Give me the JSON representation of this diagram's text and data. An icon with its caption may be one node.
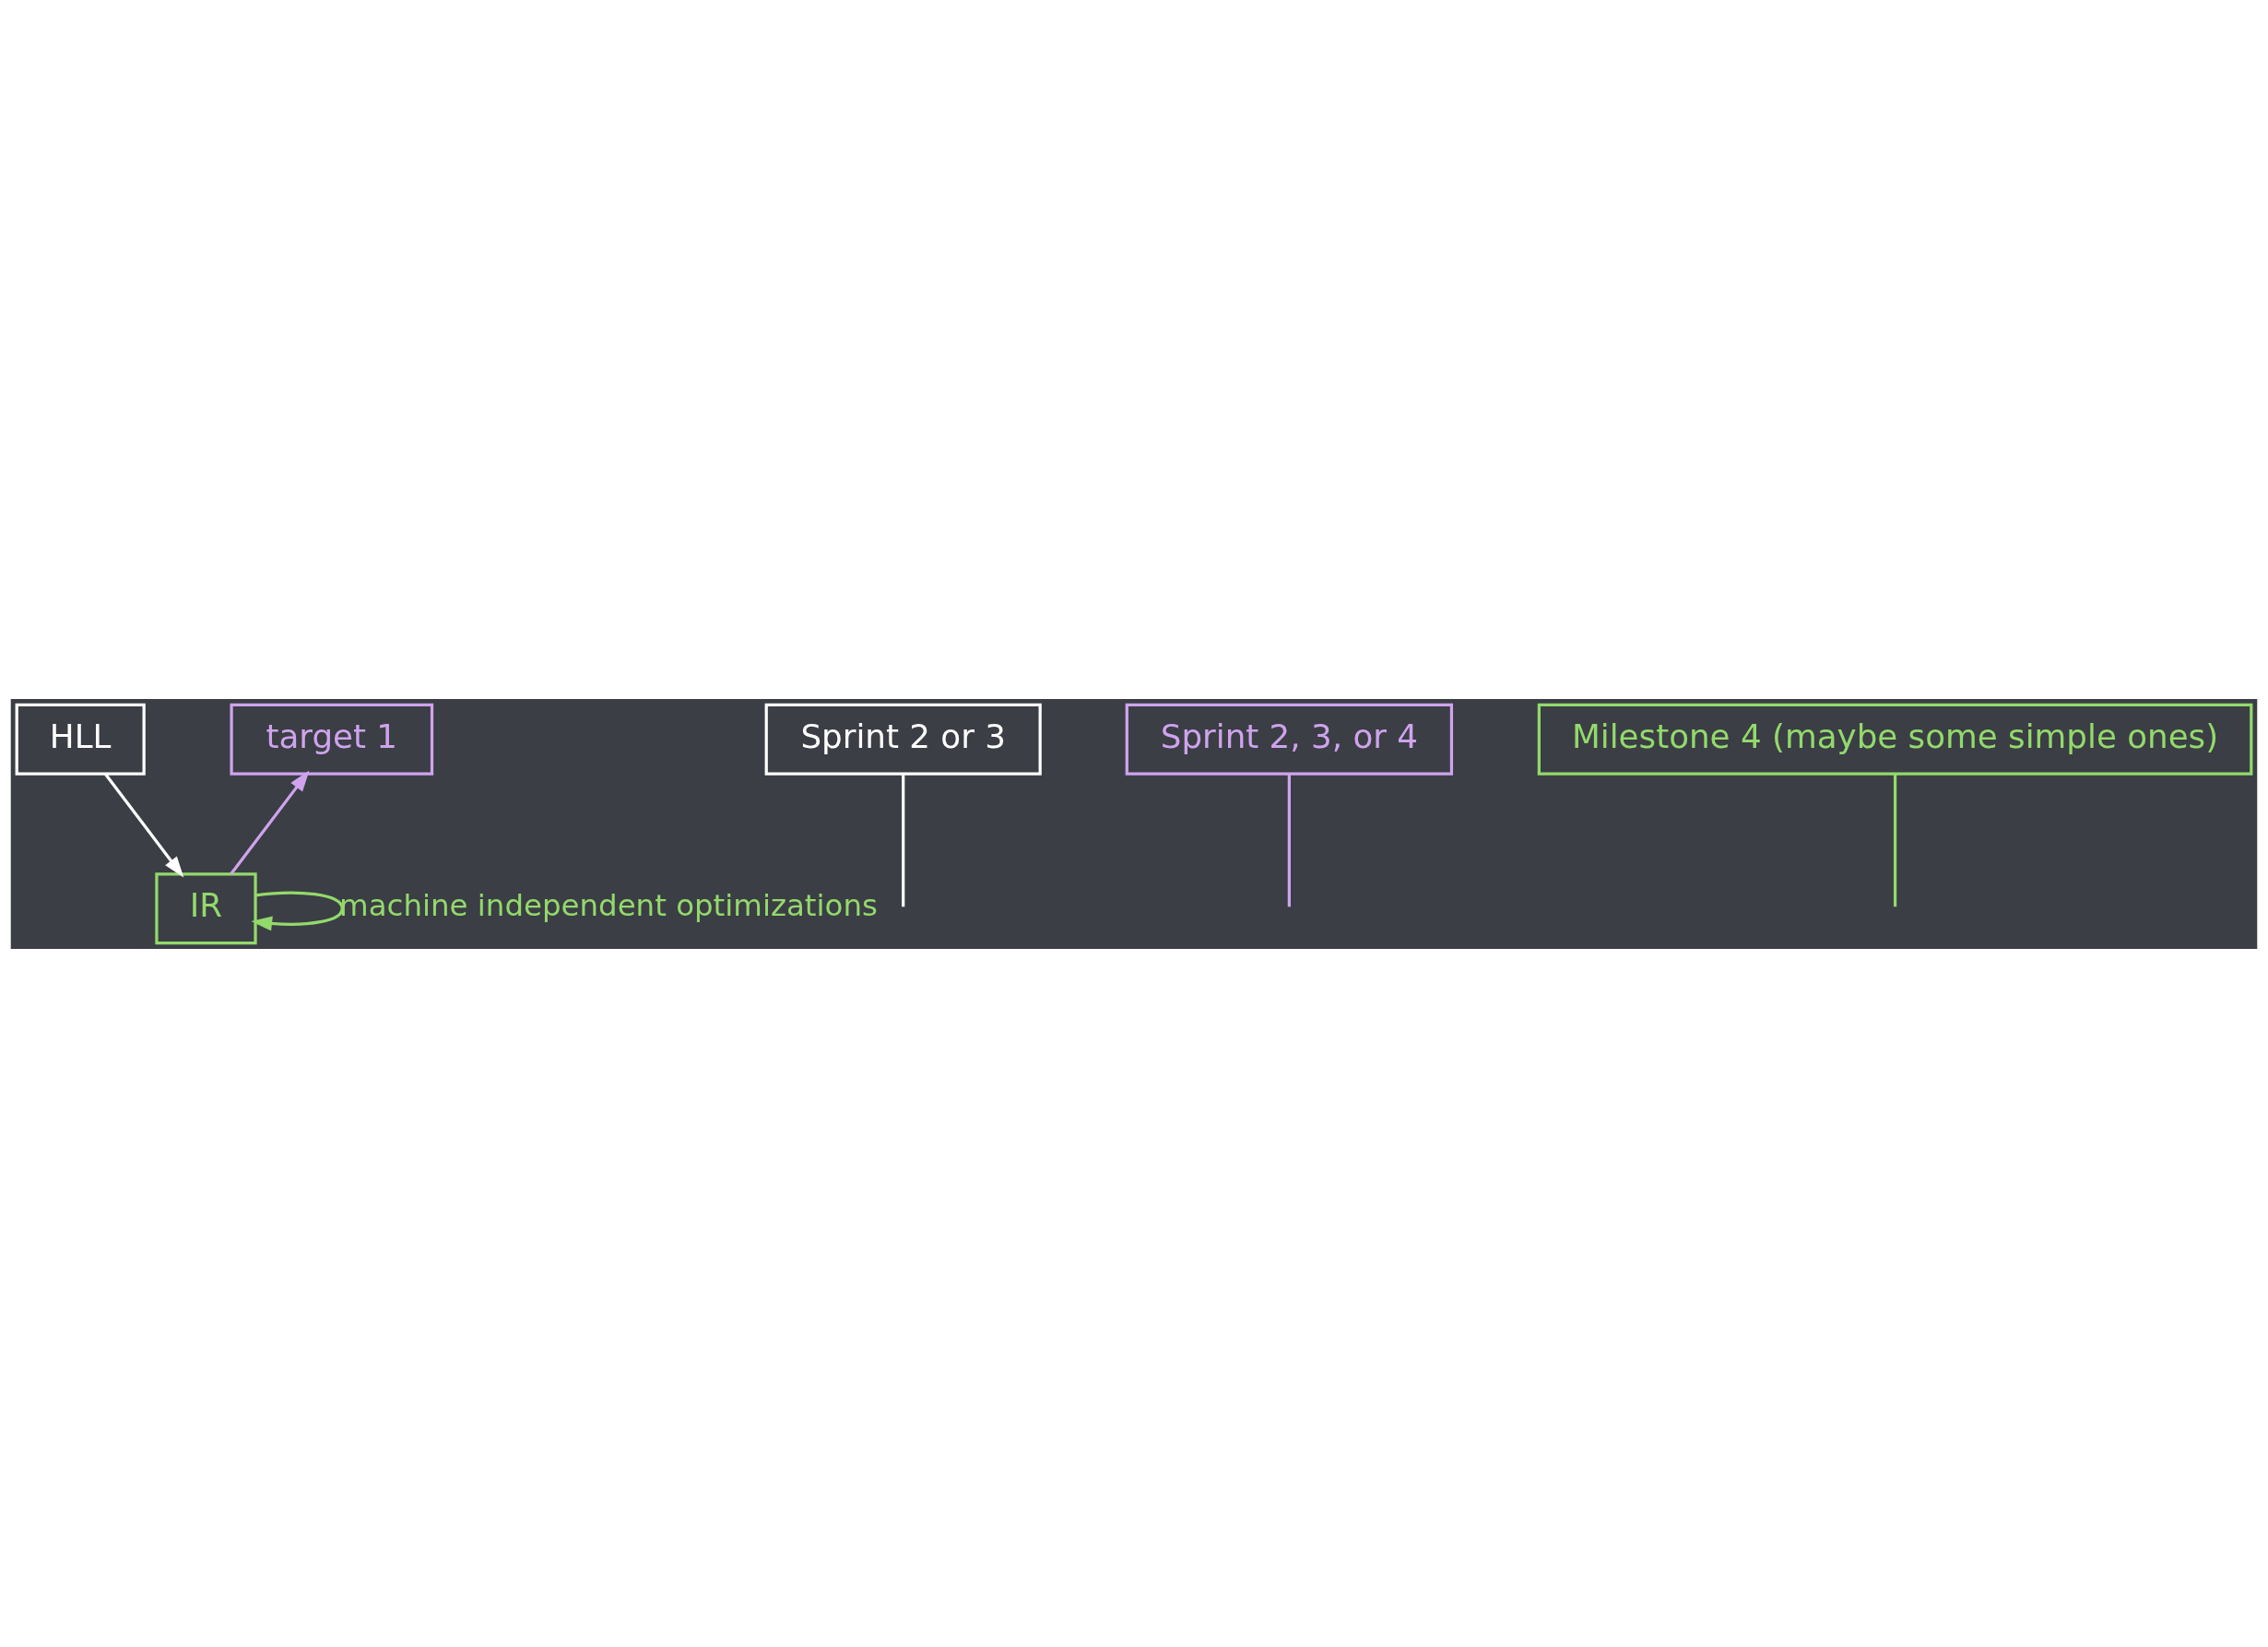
{
  "diagram": {
    "nodes": [
      {
        "text": [
          "HLL"
        ]
      },
      {
        "text": [
          "Sprint 2 or 3"
        ]
      },
      {
        "text": [
          "IR"
        ]
      },
      {
        "text": [
          "target 1"
        ]
      },
      {
        "text": [
          "Sprint 2, 3, or 4"
        ]
      },
      {
        "text": [
          "Milestone 4 (maybe some simple ones)"
        ]
      }
    ],
    "edges": [
      {
        "from": 0,
        "to": 2,
        "arrow": "to",
        "color": "#ffffff"
      },
      {
        "from": 2,
        "to": 3,
        "arrow": "to",
        "color": "#cfa3ee"
      },
      {
        "from": 2,
        "to": 2,
        "arrow": "to",
        "label": "machine independent optimizations",
        "color": "#93d96c"
      },
      {
        "from": 1,
        "to": null,
        "arrow": "none",
        "color": "#ffffff"
      },
      {
        "from": 4,
        "to": null,
        "arrow": "none",
        "color": "#cfa3ee"
      },
      {
        "from": 5,
        "to": null,
        "arrow": "none",
        "color": "#93d96c"
      }
    ]
  }
}
